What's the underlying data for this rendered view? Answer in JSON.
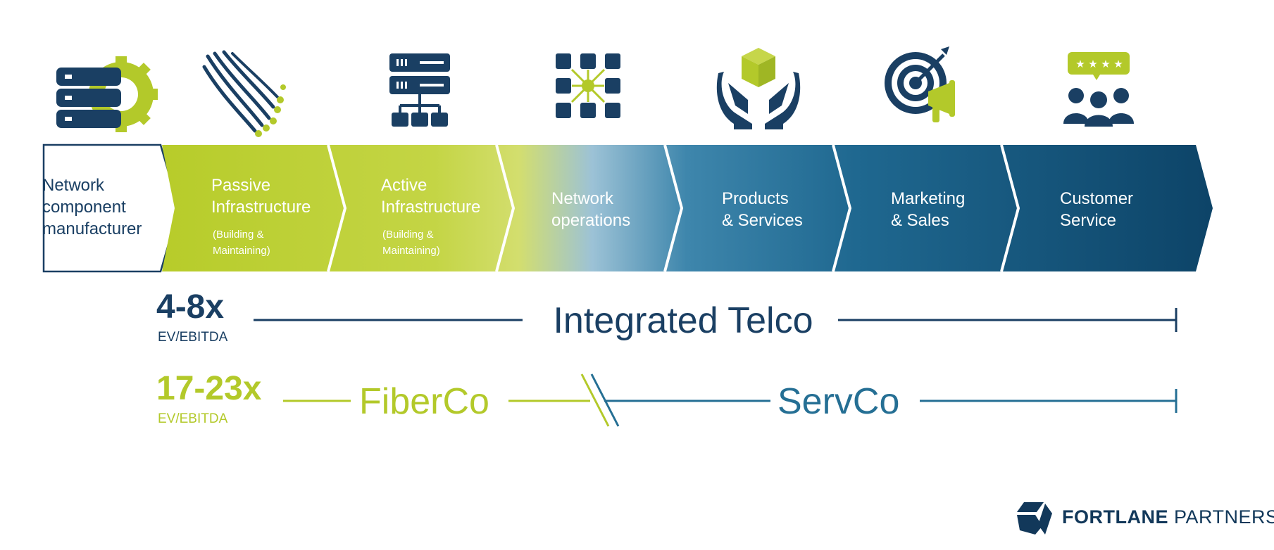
{
  "chain": [
    {
      "label": [
        "Network",
        "component",
        "manufacturer"
      ],
      "sub": [],
      "icon": "server-gear-icon"
    },
    {
      "label": [
        "Passive",
        "Infrastructure"
      ],
      "sub": [
        "(Building &",
        "Maintaining)"
      ],
      "icon": "fiber-cables-icon"
    },
    {
      "label": [
        "Active",
        "Infrastructure"
      ],
      "sub": [
        "(Building &",
        "Maintaining)"
      ],
      "icon": "server-rack-network-icon"
    },
    {
      "label": [
        "Network",
        "operations"
      ],
      "sub": [],
      "icon": "network-hub-icon"
    },
    {
      "label": [
        "Products",
        "& Services"
      ],
      "sub": [],
      "icon": "hands-box-icon"
    },
    {
      "label": [
        "Marketing",
        "& Sales"
      ],
      "sub": [],
      "icon": "target-megaphone-icon"
    },
    {
      "label": [
        "Customer",
        "Service"
      ],
      "sub": [],
      "icon": "customer-rating-icon"
    }
  ],
  "integrated": {
    "multiple": "4-8x",
    "metric": "EV/EBITDA",
    "label": "Integrated Telco"
  },
  "split": {
    "multiple": "17-23x",
    "metric": "EV/EBITDA",
    "fiberco": "FiberCo",
    "servco": "ServCo"
  },
  "logo": {
    "bold": "FORTLANE",
    "light": "PARTNERS"
  },
  "colors": {
    "navy": "#1a3f63",
    "lime": "#b3c92a",
    "lime_light": "#c6d64a",
    "teal": "#256f94",
    "dark_blue": "#0f4a72",
    "logo_navy": "#12385a"
  }
}
